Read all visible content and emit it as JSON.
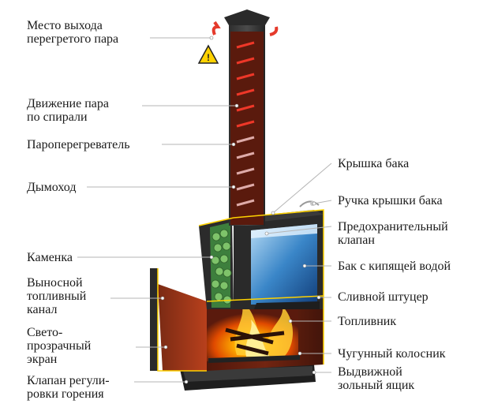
{
  "diagram": {
    "labels_left": [
      {
        "key": "steam_exit",
        "text": "Место выхода\nперегретого пара"
      },
      {
        "key": "spiral_flow",
        "text": "Движение пара\nпо спирали"
      },
      {
        "key": "superheater",
        "text": "Пароперегреватель"
      },
      {
        "key": "chimney",
        "text": "Дымоход"
      },
      {
        "key": "stone_box",
        "text": "Каменка"
      },
      {
        "key": "remote_fuel_channel",
        "text": "Выносной\nтопливный\nканал"
      },
      {
        "key": "glass_screen",
        "text": "Свето-\nпрозрачный\nэкран"
      },
      {
        "key": "air_valve",
        "text": "Клапан регули-\nровки горения"
      }
    ],
    "labels_right": [
      {
        "key": "tank_lid",
        "text": "Крышка бака"
      },
      {
        "key": "lid_handle",
        "text": "Ручка крышки бака"
      },
      {
        "key": "safety_valve",
        "text": "Предохранительный\nклапан"
      },
      {
        "key": "boiling_tank",
        "text": "Бак с кипящей водой"
      },
      {
        "key": "drain_fitting",
        "text": "Сливной штуцер"
      },
      {
        "key": "firebox",
        "text": "Топливник"
      },
      {
        "key": "grate",
        "text": "Чугунный колосник"
      },
      {
        "key": "ash_drawer",
        "text": "Выдвижной\nзольный ящик"
      }
    ]
  }
}
